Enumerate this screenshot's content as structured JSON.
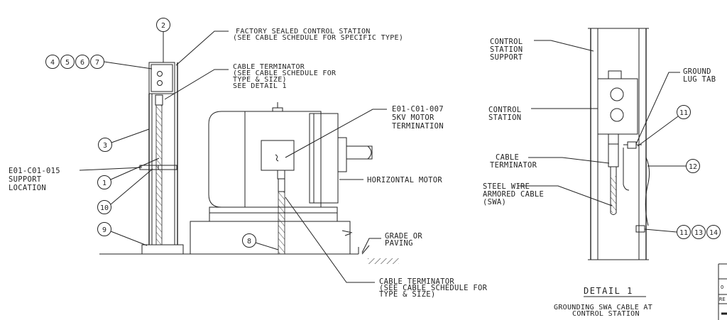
{
  "left_view": {
    "balloons": [
      "2",
      "4",
      "5",
      "6",
      "7",
      "3",
      "1",
      "10",
      "9",
      "8"
    ],
    "notes": {
      "control_station": [
        "FACTORY SEALED CONTROL STATION",
        "(SEE CABLE SCHEDULE FOR SPECIFIC TYPE)"
      ],
      "cable_terminator_top": [
        "CABLE TERMINATOR",
        "(SEE CABLE SCHEDULE FOR",
        "TYPE & SIZE)",
        "SEE DETAIL 1"
      ],
      "motor_termination": [
        "E01-C01-007",
        "5KV MOTOR",
        "TERMINATION"
      ],
      "horizontal_motor": "HORIZONTAL MOTOR",
      "support_location": [
        "E01-C01-015",
        "SUPPORT",
        "LOCATION"
      ],
      "grade": [
        "GRADE OR",
        "PAVING"
      ],
      "cable_terminator_bottom": [
        "CABLE TERMINATOR",
        "(SEE CABLE SCHEDULE FOR",
        "TYPE & SIZE)"
      ]
    }
  },
  "detail": {
    "balloons": [
      "11",
      "12",
      "11",
      "13",
      "14"
    ],
    "notes": {
      "support": [
        "CONTROL",
        "STATION",
        "SUPPORT"
      ],
      "station": [
        "CONTROL",
        "STATION"
      ],
      "terminator": [
        "CABLE",
        "TERMINATOR"
      ],
      "swa": [
        "STEEL WIRE",
        "ARMORED CABLE",
        "(SWA)"
      ],
      "lug": [
        "GROUND",
        "LUG TAB"
      ]
    },
    "title": "DETAIL 1",
    "subtitle": [
      "GROUNDING SWA CABLE AT",
      "CONTROL STATION"
    ]
  },
  "title_block_fragments": [
    "O",
    "RE"
  ]
}
